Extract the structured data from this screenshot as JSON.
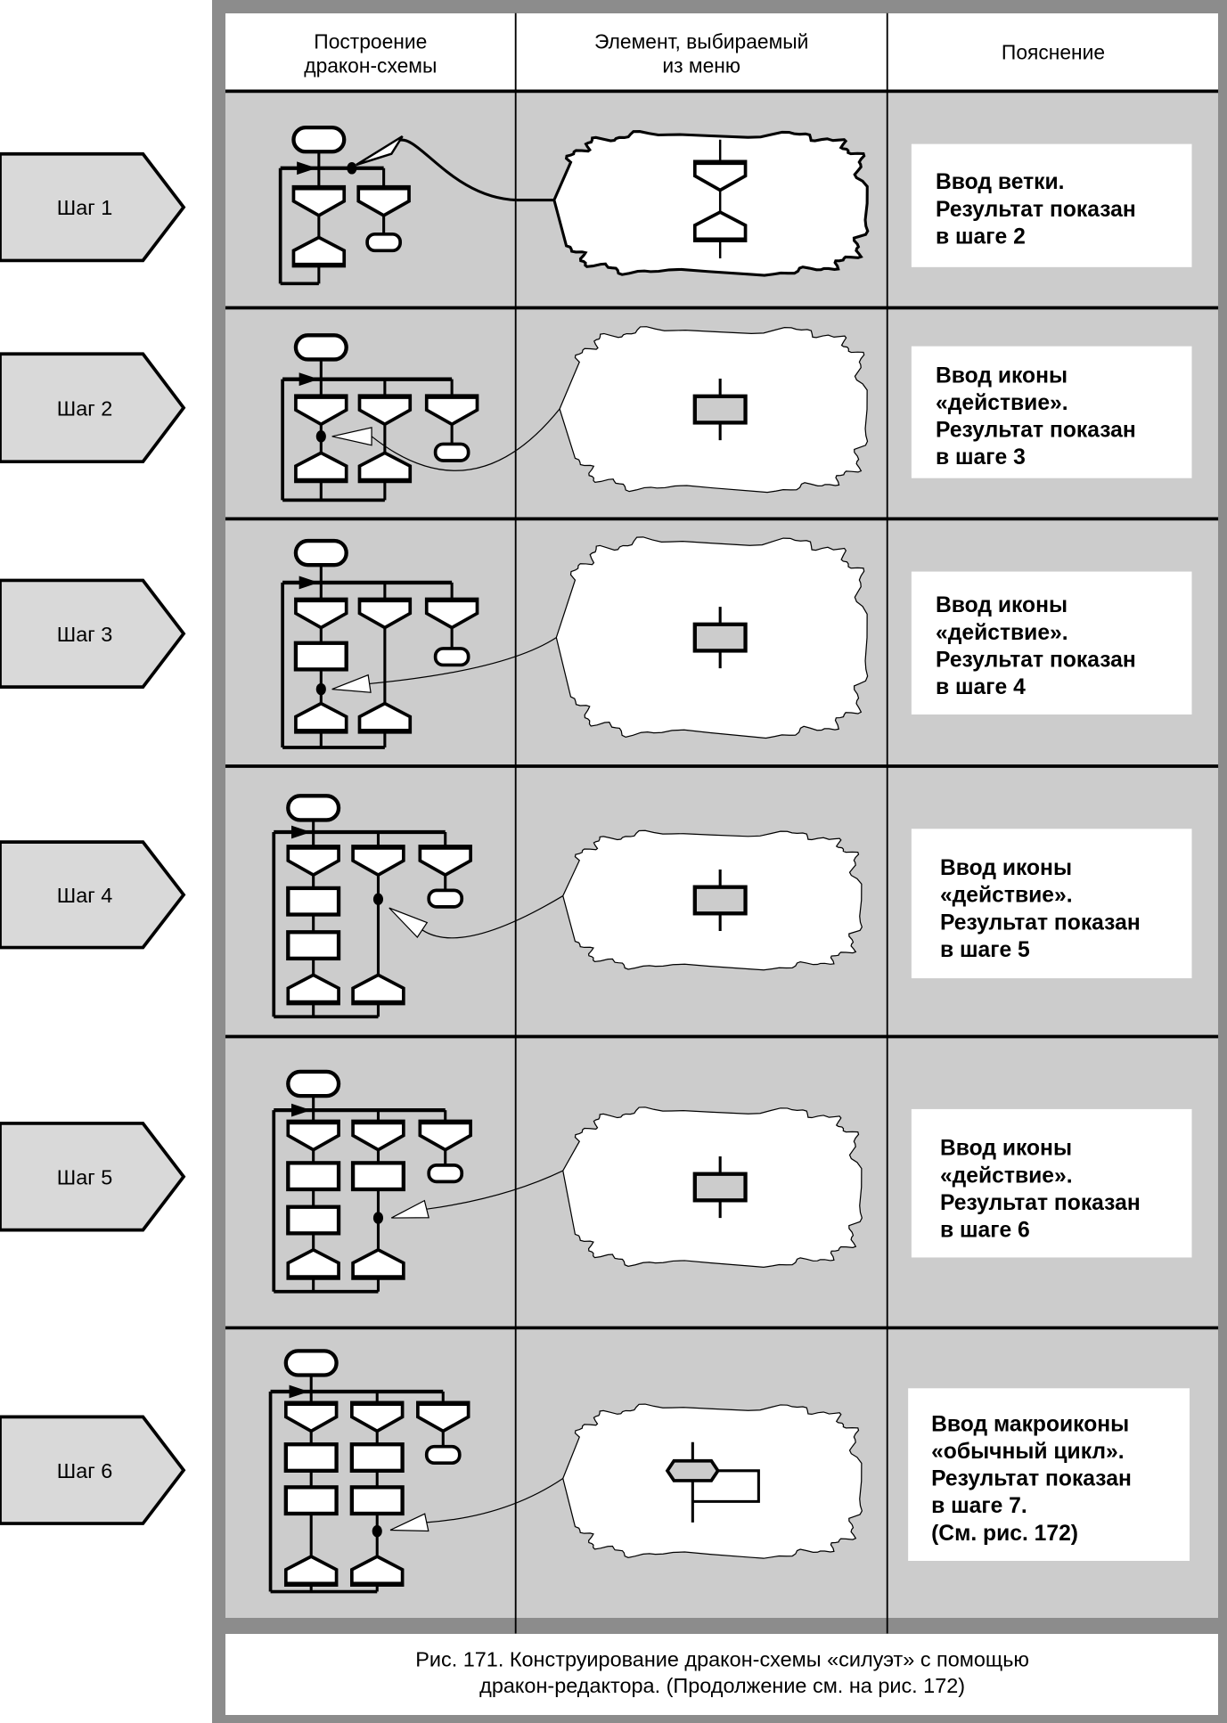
{
  "header": {
    "columns": [
      [
        "Построение",
        "дракон-схемы"
      ],
      [
        "Элемент, выбираемый",
        "из меню"
      ],
      [
        "Пояснение"
      ]
    ]
  },
  "steps": [
    {
      "label": "Шаг 1",
      "explanation": [
        "Ввод ветки.",
        "Результат показан",
        "в шаге 2"
      ]
    },
    {
      "label": "Шаг 2",
      "explanation": [
        "Ввод иконы",
        "«действие».",
        "Результат показан",
        "в шаге 3"
      ]
    },
    {
      "label": "Шаг 3",
      "explanation": [
        "Ввод иконы",
        "«действие».",
        "Результат показан",
        "в шаге 4"
      ]
    },
    {
      "label": "Шаг 4",
      "explanation": [
        "Ввод иконы",
        "«действие».",
        "Результат показан",
        "в шаге 5"
      ]
    },
    {
      "label": "Шаг 5",
      "explanation": [
        "Ввод иконы",
        "«действие».",
        "Результат показан",
        "в шаге 6"
      ]
    },
    {
      "label": "Шаг 6",
      "explanation": [
        "Ввод макроиконы",
        "«обычный цикл».",
        "Результат показан",
        "в шаге 7.",
        "(См. рис. 172)"
      ]
    }
  ],
  "caption": [
    "Рис. 171. Конструирование дракон-схемы «силуэт» с помощью",
    "дракон-редактора. (Продолжение см. на рис. 172)"
  ],
  "colors": {
    "panel": "#8c8c8c",
    "cell": "#cccccc",
    "icon_fill": "#cccccc"
  }
}
